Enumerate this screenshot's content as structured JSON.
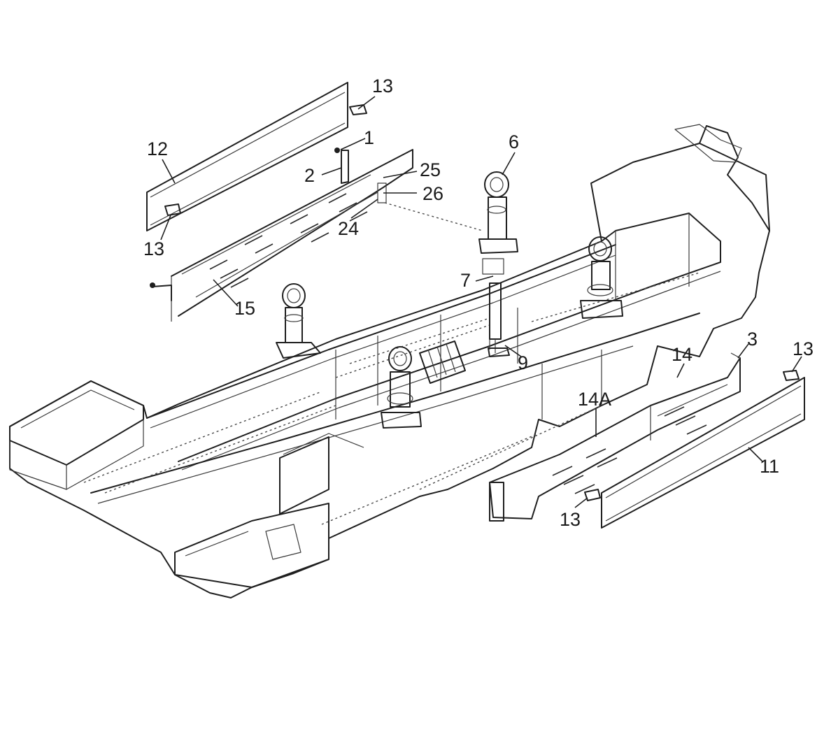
{
  "callouts": [
    {
      "id": "c13a",
      "text": "13"
    },
    {
      "id": "c12",
      "text": "12"
    },
    {
      "id": "c1",
      "text": "1"
    },
    {
      "id": "c2",
      "text": "2"
    },
    {
      "id": "c6",
      "text": "6"
    },
    {
      "id": "c25",
      "text": "25"
    },
    {
      "id": "c26",
      "text": "26"
    },
    {
      "id": "c13b",
      "text": "13"
    },
    {
      "id": "c24",
      "text": "24"
    },
    {
      "id": "c7",
      "text": "7"
    },
    {
      "id": "c15",
      "text": "15"
    },
    {
      "id": "c9",
      "text": "9"
    },
    {
      "id": "c3",
      "text": "3"
    },
    {
      "id": "c13c",
      "text": "13"
    },
    {
      "id": "c14",
      "text": "14"
    },
    {
      "id": "c14A",
      "text": "14A"
    },
    {
      "id": "c11",
      "text": "11"
    },
    {
      "id": "c13d",
      "text": "13"
    }
  ]
}
